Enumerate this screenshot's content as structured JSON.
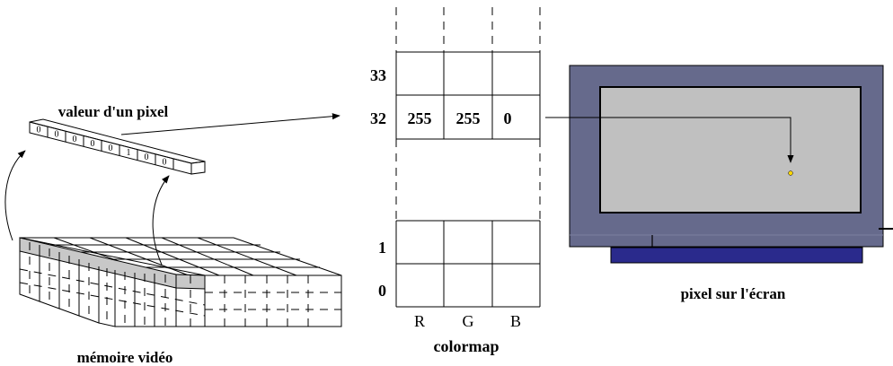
{
  "labels": {
    "pixel_value": "valeur d'un pixel",
    "video_memory": "mémoire vidéo",
    "colormap": "colormap",
    "screen_pixel": "pixel sur l'écran"
  },
  "pixel_bits": [
    "0",
    "0",
    "0",
    "0",
    "0",
    "1",
    "0",
    "0"
  ],
  "colormap": {
    "channels": [
      "R",
      "G",
      "B"
    ],
    "row_indices": {
      "row_33": "33",
      "row_32": "32",
      "row_1": "1",
      "row_0": "0"
    },
    "highlighted_entry": {
      "index": "32",
      "r": "255",
      "g": "255",
      "b": "0"
    }
  },
  "colors": {
    "monitor_frame": "#666a8c",
    "monitor_screen": "#c0c0c0",
    "monitor_stand": "#2a2a8c",
    "pixel_highlight": "#ffd700",
    "memory_shading": "#c8c8c8"
  }
}
